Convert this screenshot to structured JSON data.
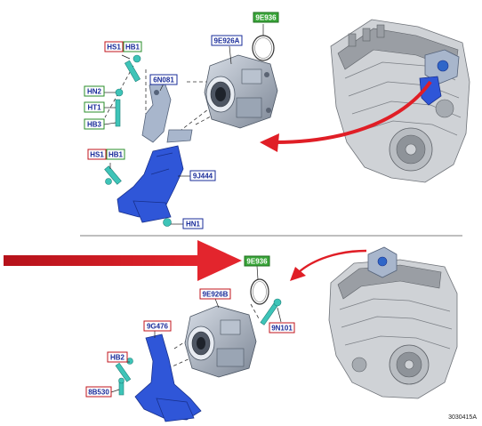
{
  "top_section": {
    "labels": {
      "hs1": "HS1",
      "hb1": "HB1",
      "hn2": "HN2",
      "ht1": "HT1",
      "hb3": "HB3",
      "hs1_lower": "HS1",
      "hb1_lower": "HB1",
      "throttle_body": "9E926A",
      "gasket": "9E936",
      "bracket_upper": "6N081",
      "bracket_main": "9J444",
      "nut": "HN1"
    }
  },
  "bottom_section": {
    "labels": {
      "gasket": "9E936",
      "throttle_body": "9E926B",
      "bolt": "9N101",
      "bracket": "9G476",
      "hb2": "HB2",
      "stud": "8B530"
    }
  },
  "figure_code": "3030415A",
  "colors": {
    "callout_red": "#c0141c",
    "callout_blue": "#1a2c9a",
    "callout_green": "#2a8c2a",
    "arrow_red": "#e01e26",
    "part_blue": "#2f56d8",
    "fastener_teal": "#3ec4b8"
  }
}
